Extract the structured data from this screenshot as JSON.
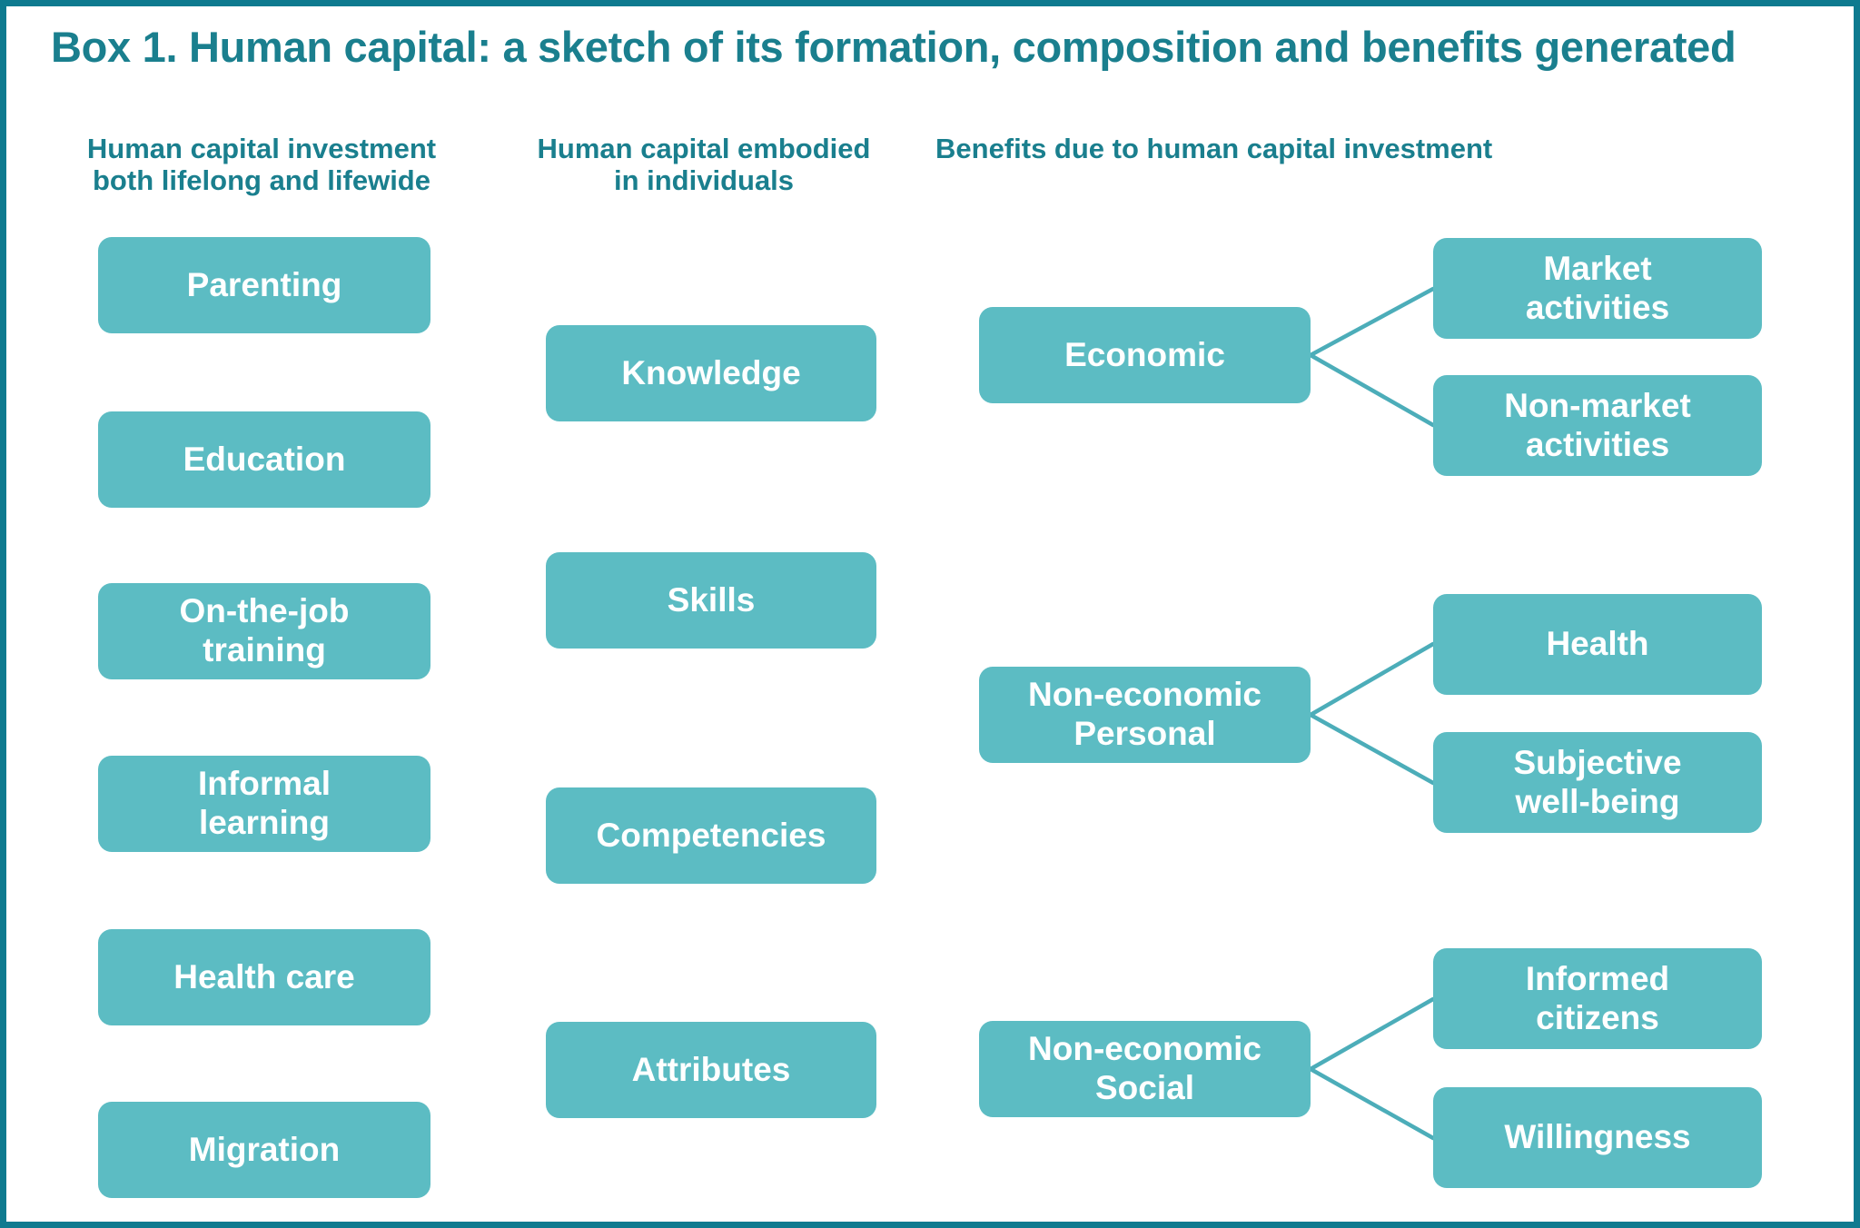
{
  "figure": {
    "title": "Box 1.  Human capital: a sketch of its formation, composition and benefits generated",
    "frame_color": "#0e7a8f",
    "accent_color": "#1a7f8e",
    "node_fill_color": "#5cbcc3",
    "node_text_color": "#ffffff",
    "connector_color": "#4cadb9"
  },
  "columns": {
    "investment": {
      "heading_line1": "Human capital investment",
      "heading_line2": "both lifelong and lifewide",
      "items": [
        {
          "label": "Parenting"
        },
        {
          "label": "Education"
        },
        {
          "label_line1": "On-the-job",
          "label_line2": "training"
        },
        {
          "label_line1": "Informal",
          "label_line2": "learning"
        },
        {
          "label": "Health care"
        },
        {
          "label": "Migration"
        }
      ]
    },
    "embodied": {
      "heading_line1": "Human capital embodied",
      "heading_line2": "in individuals",
      "items": [
        {
          "label": "Knowledge"
        },
        {
          "label": "Skills"
        },
        {
          "label": "Competencies"
        },
        {
          "label": "Attributes"
        }
      ]
    },
    "benefits": {
      "heading_line1": "Benefits due to human capital investment",
      "groups": [
        {
          "parent_line1": "Economic",
          "parent_line2": "",
          "children": [
            {
              "line1": "Market",
              "line2": "activities"
            },
            {
              "line1": "Non-market",
              "line2": "activities"
            }
          ]
        },
        {
          "parent_line1": "Non-economic",
          "parent_line2": "Personal",
          "children": [
            {
              "line1": "Health",
              "line2": ""
            },
            {
              "line1": "Subjective",
              "line2": "well-being"
            }
          ]
        },
        {
          "parent_line1": "Non-economic",
          "parent_line2": "Social",
          "children": [
            {
              "line1": "Informed",
              "line2": "citizens"
            },
            {
              "line1": "Willingness",
              "line2": ""
            }
          ]
        }
      ]
    }
  }
}
